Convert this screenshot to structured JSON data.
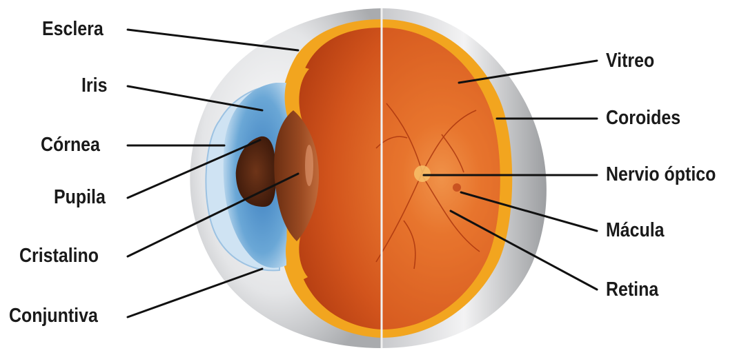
{
  "diagram": {
    "labels_left": {
      "esclera": "Esclera",
      "iris": "Iris",
      "cornea": "Córnea",
      "pupila": "Pupila",
      "cristalino": "Cristalino",
      "conjuntiva": "Conjuntiva"
    },
    "labels_right": {
      "vitreo": "Vitreo",
      "coroides": "Coroides",
      "nervio_optico": "Nervio óptico",
      "macula": "Mácula",
      "retina": "Retina"
    },
    "colors": {
      "sclera": "#d9dadc",
      "iris": "#6aa7d6",
      "vitreous": "#d2541c",
      "choroid_retina": "#f2a51f",
      "pupil": "#5a2a12",
      "leader_line": "#111111"
    }
  }
}
